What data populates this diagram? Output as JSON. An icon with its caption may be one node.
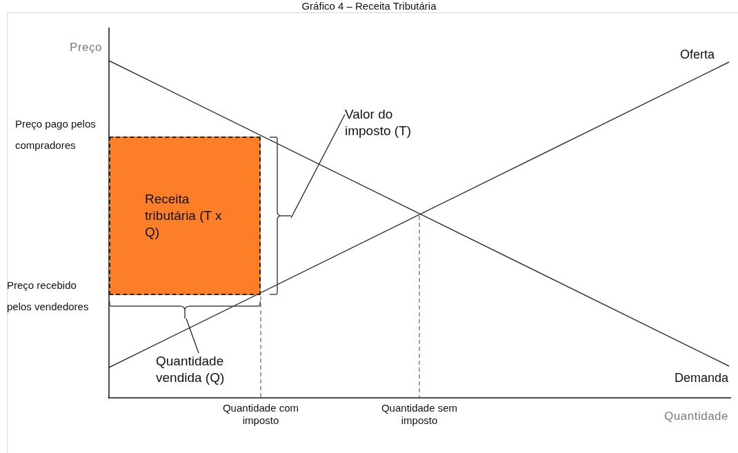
{
  "diagram": {
    "title": "Gráfico 4 – Receita Tributária",
    "nodes": [
      {
        "text": [
          "Receita tributária (T x Q)"
        ]
      },
      {
        "text": [
          "Valor do imposto (T)"
        ]
      },
      {
        "text": [],
        "shape": "bracket"
      },
      {
        "text": [
          "Quantidade vendida (Q)"
        ]
      },
      {
        "text": [],
        "shape": "bracket"
      }
    ],
    "edges": [
      {
        "from": 1,
        "to": 2,
        "arrow": "none"
      },
      {
        "from": 3,
        "to": 4,
        "arrow": "none"
      }
    ],
    "labels": [
      "Preço",
      "Oferta",
      "Preço pago pelos compradores",
      "Preço recebido pelos vendedores",
      "Demanda",
      "Quantidade com imposto",
      "Quantidade sem imposto",
      "Quantidade"
    ]
  }
}
